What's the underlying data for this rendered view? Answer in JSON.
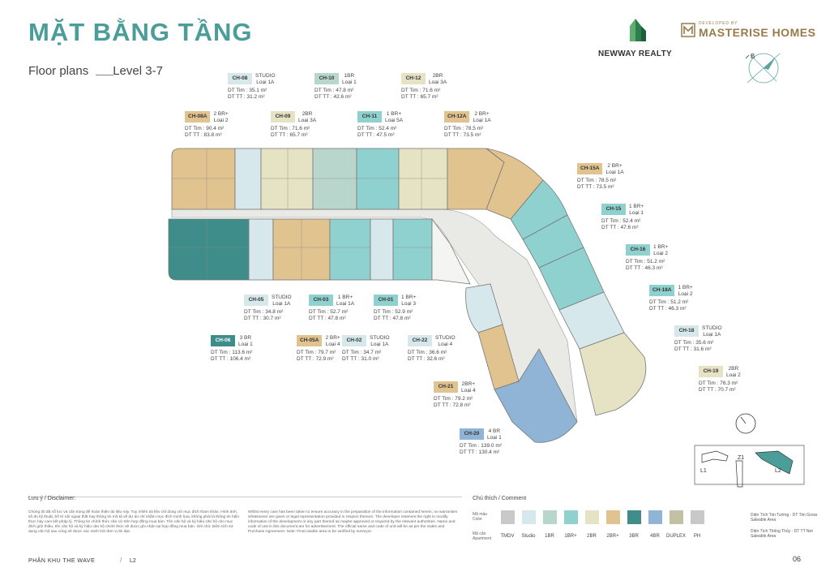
{
  "header": {
    "title": "MẶT BẰNG TẦNG",
    "subtitle": "Floor plans",
    "level": "Level 3-7",
    "logo_newway": "NEWWAY REALTY",
    "logo_dev_prefix": "DEVELOPED BY",
    "logo_masterise": "MASTERISE HOMES"
  },
  "compass": {
    "north": "B"
  },
  "colors": {
    "tmdv": "#c9c9c9",
    "studio": "#d6e8ec",
    "1br": "#b9d6cc",
    "1br_plus": "#8fd1cf",
    "2br": "#e6e2c4",
    "2br_plus": "#e0c38e",
    "3br": "#3e8d8a",
    "4br": "#8fb4d6",
    "duplex": "#c4c0a4",
    "ph": "#c8c8c8",
    "title": "#4a9d99",
    "corridor": "#e9e9e6"
  },
  "area_labels": {
    "dt_tim": "DT Tim",
    "dt_tt": "DT TT"
  },
  "units": [
    {
      "code": "CH-08",
      "type": "STUDIO",
      "loai": "Loại 1A",
      "tim": "35.1 m²",
      "tt": "31.2 m²",
      "color": "studio"
    },
    {
      "code": "CH-10",
      "type": "1BR",
      "loai": "Loại 1",
      "tim": "47.8 m²",
      "tt": "42.6 m²",
      "color": "1br"
    },
    {
      "code": "CH-12",
      "type": "2BR",
      "loai": "Loại 3A",
      "tim": "71.6 m²",
      "tt": "65.7 m²",
      "color": "2br"
    },
    {
      "code": "CH-08A",
      "type": "2 BR+",
      "loai": "Loại 2",
      "tim": "90.4 m²",
      "tt": "83.8 m²",
      "color": "2br_plus"
    },
    {
      "code": "CH-09",
      "type": "2BR",
      "loai": "Loại 3A",
      "tim": "71.6 m²",
      "tt": "65.7 m²",
      "color": "2br"
    },
    {
      "code": "CH-11",
      "type": "1 BR+",
      "loai": "Loại 5A",
      "tim": "52.4 m²",
      "tt": "47.5 m²",
      "color": "1br_plus"
    },
    {
      "code": "CH-12A",
      "type": "2 BR+",
      "loai": "Loại 1A",
      "tim": "78.5 m²",
      "tt": "73.5 m²",
      "color": "2br_plus"
    },
    {
      "code": "CH-15A",
      "type": "2 BR+",
      "loai": "Loại 1A",
      "tim": "78.5 m²",
      "tt": "73.5 m²",
      "color": "2br_plus"
    },
    {
      "code": "CH-15",
      "type": "1 BR+",
      "loai": "Loại 1",
      "tim": "52.4 m²",
      "tt": "47.6 m²",
      "color": "1br_plus"
    },
    {
      "code": "CH-16",
      "type": "1 BR+",
      "loai": "Loại 2",
      "tim": "51.2 m²",
      "tt": "46.3 m²",
      "color": "1br_plus"
    },
    {
      "code": "CH-18A",
      "type": "1 BR+",
      "loai": "Loại 2",
      "tim": "51.2 m²",
      "tt": "46.3 m²",
      "color": "1br_plus"
    },
    {
      "code": "CH-18",
      "type": "STUDIO",
      "loai": "Loại 1A",
      "tim": "35.6 m²",
      "tt": "31.6 m²",
      "color": "studio"
    },
    {
      "code": "CH-19",
      "type": "2BR",
      "loai": "Loại 2",
      "tim": "76.3 m²",
      "tt": "70.7 m²",
      "color": "2br"
    },
    {
      "code": "CH-05",
      "type": "STUDIO",
      "loai": "Loại 1A",
      "tim": "34.8 m²",
      "tt": "30.7 m²",
      "color": "studio"
    },
    {
      "code": "CH-03",
      "type": "1 BR+",
      "loai": "Loại 1A",
      "tim": "52.7 m²",
      "tt": "47.8 m²",
      "color": "1br_plus"
    },
    {
      "code": "CH-01",
      "type": "1 BR+",
      "loai": "Loại 3",
      "tim": "52.9 m²",
      "tt": "47.8 m²",
      "color": "1br_plus"
    },
    {
      "code": "CH-06",
      "type": "3 BR",
      "loai": "Loại 1",
      "tim": "113.6 m²",
      "tt": "106.4 m²",
      "color": "3br"
    },
    {
      "code": "CH-05A",
      "type": "2 BR+",
      "loai": "Loại 4",
      "tim": "79.7 m²",
      "tt": "72.9 m²",
      "color": "2br_plus"
    },
    {
      "code": "CH-02",
      "type": "STUDIO",
      "loai": "Loại 1A",
      "tim": "34.7 m²",
      "tt": "31.0 m²",
      "color": "studio"
    },
    {
      "code": "CH-22",
      "type": "STUDIO",
      "loai": "Loại 4",
      "tim": "36.6 m²",
      "tt": "32.6 m²",
      "color": "studio"
    },
    {
      "code": "CH-21",
      "type": "2BR+",
      "loai": "Loại 4",
      "tim": "79.2 m²",
      "tt": "72.8 m²",
      "color": "2br_plus"
    },
    {
      "code": "CH-20",
      "type": "4 BR",
      "loai": "Loại 1",
      "tim": "139.0 m²",
      "tt": "130.4 m²",
      "color": "4br"
    }
  ],
  "keymap": {
    "l1": "L1",
    "z1": "Z1",
    "l2": "L2"
  },
  "disclaimer": {
    "title": "Lưu ý / Disclaimer:",
    "vn": "Chúng tôi đã nỗ lực và cẩn trọng để hoàn thiện tài liệu này. Tuy nhiên tài liệu chỉ dùng với mục đích tham khảo. Hình ảnh, số đo kỹ thuật, bố trí nội ngoại thất hay thông tin mô tả về dự án chỉ nhằm mục đích minh họa, không phải là thông tin hiện thực hay cam kết pháp lý. Thông tin chính thức căn cứ trên hợp đồng mua bán. Tên căn hộ và ký hiệu căn hộ cho mục đích giới thiệu, tên căn hộ và ký hiệu căn hộ chính thức sẽ được ghi nhận tại hợp đồng mua bán. Ghi chú: Diện tích sử dụng căn hộ sau cùng sẽ được xác minh bởi đơn vị đo đạc.",
    "en": "Whilst every care has been taken to ensure accuracy in the preparation of the information contained herein, no warranties whatsoever are given or legal representation provided in respect thereon. The developer reserves the right to modify information of the development or any part thereof as maybe approved or required by the relevant authorities. Name and code of unit in this document are for advertisement. The official name and code of unit will be as per the Sales and Purchase Agreement. Note: Final usable area to be verified by surveyor."
  },
  "comment": {
    "title": "Chú thích / Comment",
    "color_label": "Mã màu Color",
    "apt_label": "Mã căn Apartment",
    "items": [
      {
        "label": "TMDV",
        "color": "#c9c9c9"
      },
      {
        "label": "Studio",
        "color": "#d6e8ec"
      },
      {
        "label": "1BR",
        "color": "#b9d6cc"
      },
      {
        "label": "1BR+",
        "color": "#8fd1cf"
      },
      {
        "label": "2BR",
        "color": "#e6e2c4"
      },
      {
        "label": "2BR+",
        "color": "#e0c38e"
      },
      {
        "label": "3BR",
        "color": "#3e8d8a"
      },
      {
        "label": "4BR",
        "color": "#8fb4d6"
      },
      {
        "label": "DUPLEX",
        "color": "#c4c0a4"
      },
      {
        "label": "PH",
        "color": "#c8c8c8"
      }
    ],
    "note_tim": "Diện Tích Tim Tường - DT Tim Gross Saleable Area",
    "note_tt": "Diện Tích Thông Thủy - DT TT Net Saleable Area"
  },
  "footer": {
    "zone": "PHÂN KHU THE WAVE",
    "sep": "/",
    "block": "L2",
    "page": "06"
  }
}
